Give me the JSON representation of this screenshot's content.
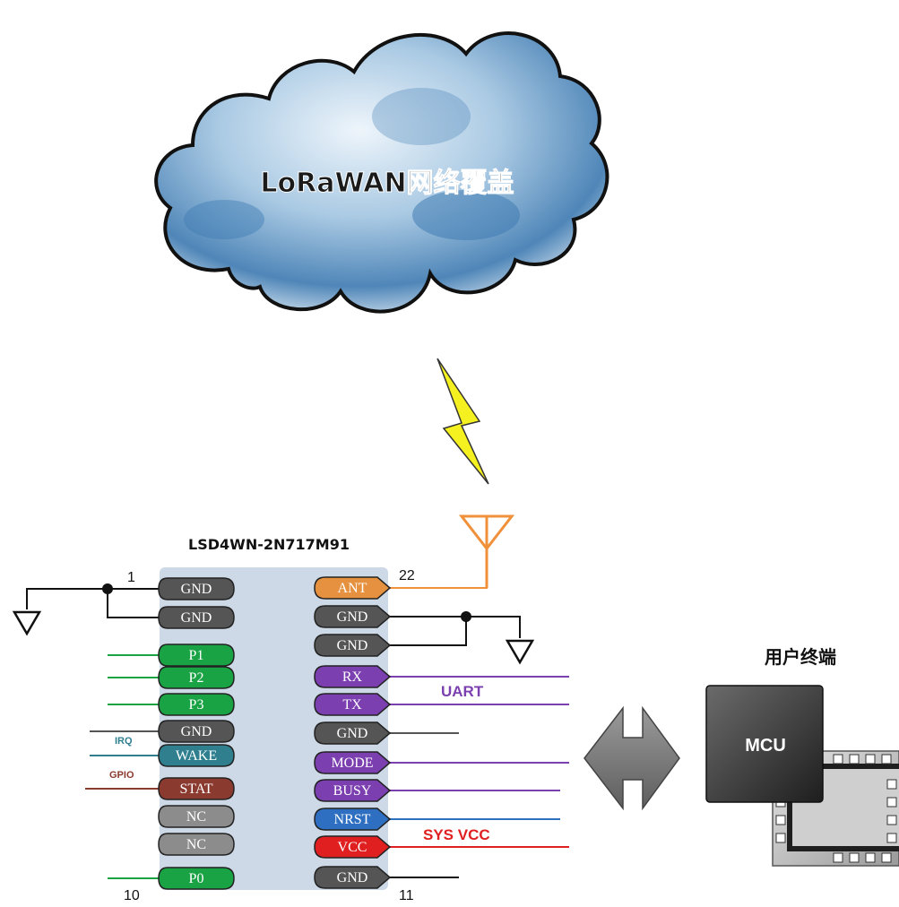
{
  "cloud": {
    "label": "LoRaWAN网络覆盖"
  },
  "module": {
    "title": "LSD4WN-2N717M91",
    "pin_numbers": {
      "top_left": "1",
      "top_right": "22",
      "bottom_left": "10",
      "bottom_right": "11"
    },
    "left_pins": [
      {
        "label": "GND",
        "color": "#555555"
      },
      {
        "label": "GND",
        "color": "#555555"
      },
      {
        "label": "P1",
        "color": "#1aa344"
      },
      {
        "label": "P2",
        "color": "#1aa344"
      },
      {
        "label": "P3",
        "color": "#1aa344"
      },
      {
        "label": "GND",
        "color": "#555555"
      },
      {
        "label": "WAKE",
        "color": "#2f7f8f"
      },
      {
        "label": "STAT",
        "color": "#8b3a2f"
      },
      {
        "label": "NC",
        "color": "#8c8c8c"
      },
      {
        "label": "NC",
        "color": "#8c8c8c"
      },
      {
        "label": "P0",
        "color": "#1aa344"
      }
    ],
    "right_pins": [
      {
        "label": "ANT",
        "color": "#e6913f"
      },
      {
        "label": "GND",
        "color": "#555555"
      },
      {
        "label": "GND",
        "color": "#555555"
      },
      {
        "label": "RX",
        "color": "#7b3fb0"
      },
      {
        "label": "TX",
        "color": "#7b3fb0"
      },
      {
        "label": "GND",
        "color": "#555555"
      },
      {
        "label": "MODE",
        "color": "#7b3fb0"
      },
      {
        "label": "BUSY",
        "color": "#7b3fb0"
      },
      {
        "label": "NRST",
        "color": "#2e6fc2"
      },
      {
        "label": "VCC",
        "color": "#e02020"
      },
      {
        "label": "GND",
        "color": "#555555"
      }
    ]
  },
  "signals": {
    "irq": "IRQ",
    "gpio": "GPIO",
    "uart": "UART",
    "sys_vcc": "SYS VCC"
  },
  "mcu": {
    "label": "MCU",
    "title": "用户终端"
  },
  "colors": {
    "antenna": "#f0903a",
    "lightning": "#f5f020",
    "module_body": "#cdd9e6",
    "uart": "#7b3fb0",
    "sys_vcc": "#e02020",
    "nrst_line": "#2e6fc2",
    "gpio_line": "#8b3a2f",
    "irq_line": "#2f7f8f",
    "p_line": "#1aa344"
  }
}
